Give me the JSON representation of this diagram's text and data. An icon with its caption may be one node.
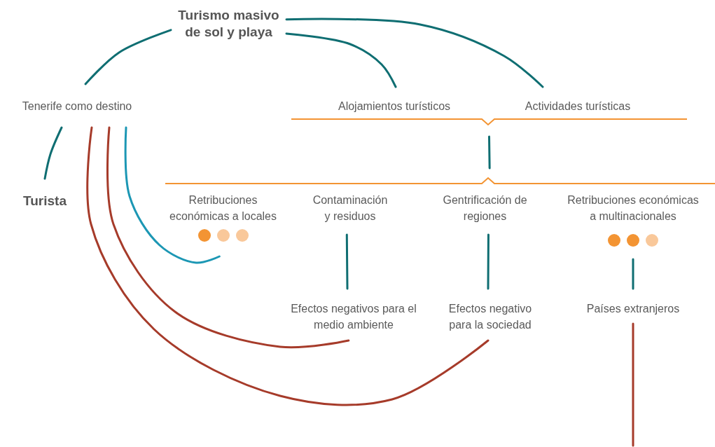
{
  "diagram": {
    "nodes": [
      {
        "text": [
          "Turismo masivo de sol y playa"
        ]
      },
      {
        "text": [
          "Tenerife como destino"
        ]
      },
      {
        "text": [
          "Alojamientos turísticos"
        ]
      },
      {
        "text": [
          "Actividades turísticas"
        ]
      },
      {
        "text": [
          "Turista"
        ]
      },
      {
        "text": [
          "Retribuciones económicas a locales"
        ]
      },
      {
        "text": [
          "Contaminación y residuos"
        ]
      },
      {
        "text": [
          "Gentrificación de regiones"
        ]
      },
      {
        "text": [
          "Retribuciones económicas a multinacionales"
        ]
      },
      {
        "text": [
          "Efectos negativos para el medio ambiente"
        ]
      },
      {
        "text": [
          "Efectos negativo para la sociedad"
        ]
      },
      {
        "text": [
          "Países extranjeros"
        ]
      },
      {
        "text": [],
        "shape": "bar"
      },
      {
        "text": [],
        "shape": "bar"
      }
    ],
    "edges": [
      {
        "from": 0,
        "to": 1,
        "arrow": "none"
      },
      {
        "from": 0,
        "to": 2,
        "arrow": "none"
      },
      {
        "from": 0,
        "to": 3,
        "arrow": "none"
      },
      {
        "from": 1,
        "to": 4,
        "arrow": "none"
      },
      {
        "from": 1,
        "to": 9,
        "arrow": "none",
        "color": "#a63b2a"
      },
      {
        "from": 1,
        "to": 10,
        "arrow": "none",
        "color": "#a63b2a"
      },
      {
        "from": 1,
        "to": 5,
        "arrow": "none",
        "color": "#1c97b4"
      },
      {
        "from": 12,
        "to": 13,
        "arrow": "none"
      },
      {
        "from": 6,
        "to": 9,
        "arrow": "none"
      },
      {
        "from": 7,
        "to": 10,
        "arrow": "none"
      },
      {
        "from": 8,
        "to": 11,
        "arrow": "none"
      },
      {
        "from": 11,
        "to": null,
        "arrow": "none",
        "color": "#a63b2a"
      }
    ]
  }
}
